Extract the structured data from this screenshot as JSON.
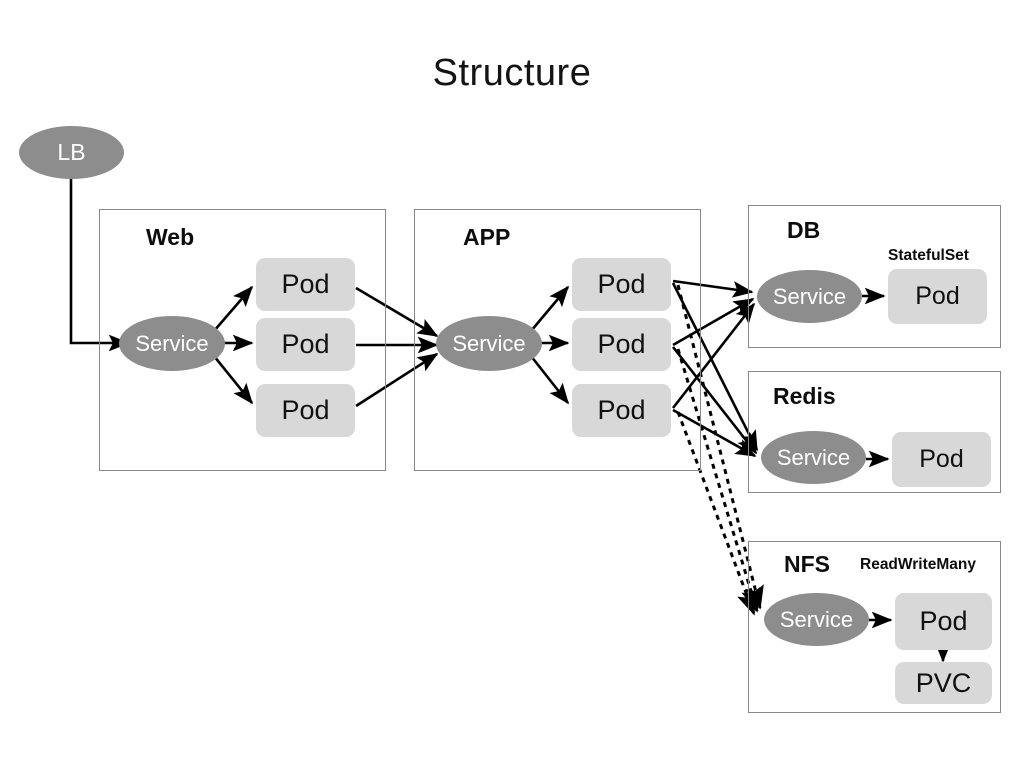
{
  "diagram": {
    "title": "Structure",
    "colors": {
      "service_fill": "#8d8d8d",
      "service_text": "#ffffff",
      "pod_fill": "#d8d8d8",
      "pod_text": "#111111",
      "group_border": "#888888",
      "connector": "#000000",
      "background": "#ffffff"
    },
    "entry": {
      "label": "LB",
      "shape": "ellipse"
    },
    "groups": [
      {
        "id": "web",
        "title": "Web",
        "note": "",
        "service": "Service",
        "pods": [
          "Pod",
          "Pod",
          "Pod"
        ]
      },
      {
        "id": "app",
        "title": "APP",
        "note": "",
        "service": "Service",
        "pods": [
          "Pod",
          "Pod",
          "Pod"
        ]
      },
      {
        "id": "db",
        "title": "DB",
        "note": "StatefulSet",
        "service": "Service",
        "pods": [
          "Pod"
        ]
      },
      {
        "id": "redis",
        "title": "Redis",
        "note": "",
        "service": "Service",
        "pods": [
          "Pod"
        ]
      },
      {
        "id": "nfs",
        "title": "NFS",
        "note": "ReadWriteMany",
        "service": "Service",
        "pods": [
          "Pod"
        ],
        "volume": "PVC"
      }
    ],
    "connections": [
      {
        "from": "LB",
        "to": "Web Service",
        "style": "solid"
      },
      {
        "from": "Web Service",
        "to": "Web Pod 1",
        "style": "solid"
      },
      {
        "from": "Web Service",
        "to": "Web Pod 2",
        "style": "solid"
      },
      {
        "from": "Web Service",
        "to": "Web Pod 3",
        "style": "solid"
      },
      {
        "from": "Web Pod 1",
        "to": "APP Service",
        "style": "solid"
      },
      {
        "from": "Web Pod 2",
        "to": "APP Service",
        "style": "solid"
      },
      {
        "from": "Web Pod 3",
        "to": "APP Service",
        "style": "solid"
      },
      {
        "from": "APP Service",
        "to": "APP Pod 1",
        "style": "solid"
      },
      {
        "from": "APP Service",
        "to": "APP Pod 2",
        "style": "solid"
      },
      {
        "from": "APP Service",
        "to": "APP Pod 3",
        "style": "solid"
      },
      {
        "from": "APP Pod 1",
        "to": "DB Service",
        "style": "solid"
      },
      {
        "from": "APP Pod 2",
        "to": "DB Service",
        "style": "solid"
      },
      {
        "from": "APP Pod 3",
        "to": "DB Service",
        "style": "solid"
      },
      {
        "from": "APP Pod 1",
        "to": "Redis Service",
        "style": "solid"
      },
      {
        "from": "APP Pod 2",
        "to": "Redis Service",
        "style": "solid"
      },
      {
        "from": "APP Pod 3",
        "to": "Redis Service",
        "style": "solid"
      },
      {
        "from": "APP Pod 1",
        "to": "NFS Service",
        "style": "dotted"
      },
      {
        "from": "APP Pod 2",
        "to": "NFS Service",
        "style": "dotted"
      },
      {
        "from": "APP Pod 3",
        "to": "NFS Service",
        "style": "dotted"
      },
      {
        "from": "DB Service",
        "to": "DB Pod",
        "style": "solid"
      },
      {
        "from": "Redis Service",
        "to": "Redis Pod",
        "style": "solid"
      },
      {
        "from": "NFS Service",
        "to": "NFS Pod",
        "style": "solid"
      },
      {
        "from": "NFS Pod",
        "to": "NFS PVC",
        "style": "solid"
      }
    ]
  }
}
